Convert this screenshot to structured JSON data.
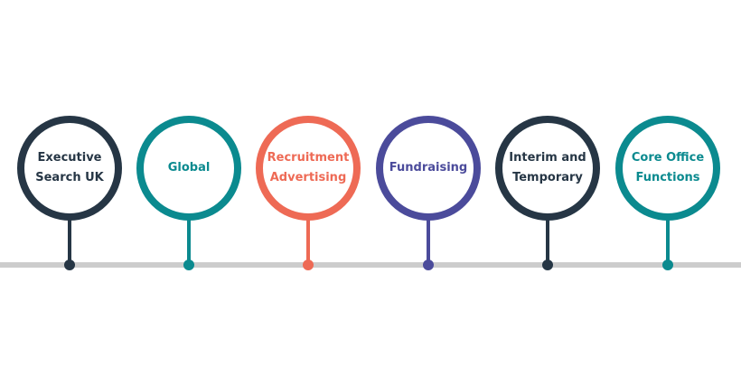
{
  "nodes": [
    {
      "label": "Executive Search UK",
      "color": "#263645"
    },
    {
      "label": "Global",
      "color": "#0b8a8f"
    },
    {
      "label": "Recruitment Advertising",
      "color": "#ee6a55"
    },
    {
      "label": "Fundraising",
      "color": "#4b4b9b"
    },
    {
      "label": "Interim and Temporary",
      "color": "#263645"
    },
    {
      "label": "Core Office Functions",
      "color": "#0b8a8f"
    }
  ]
}
